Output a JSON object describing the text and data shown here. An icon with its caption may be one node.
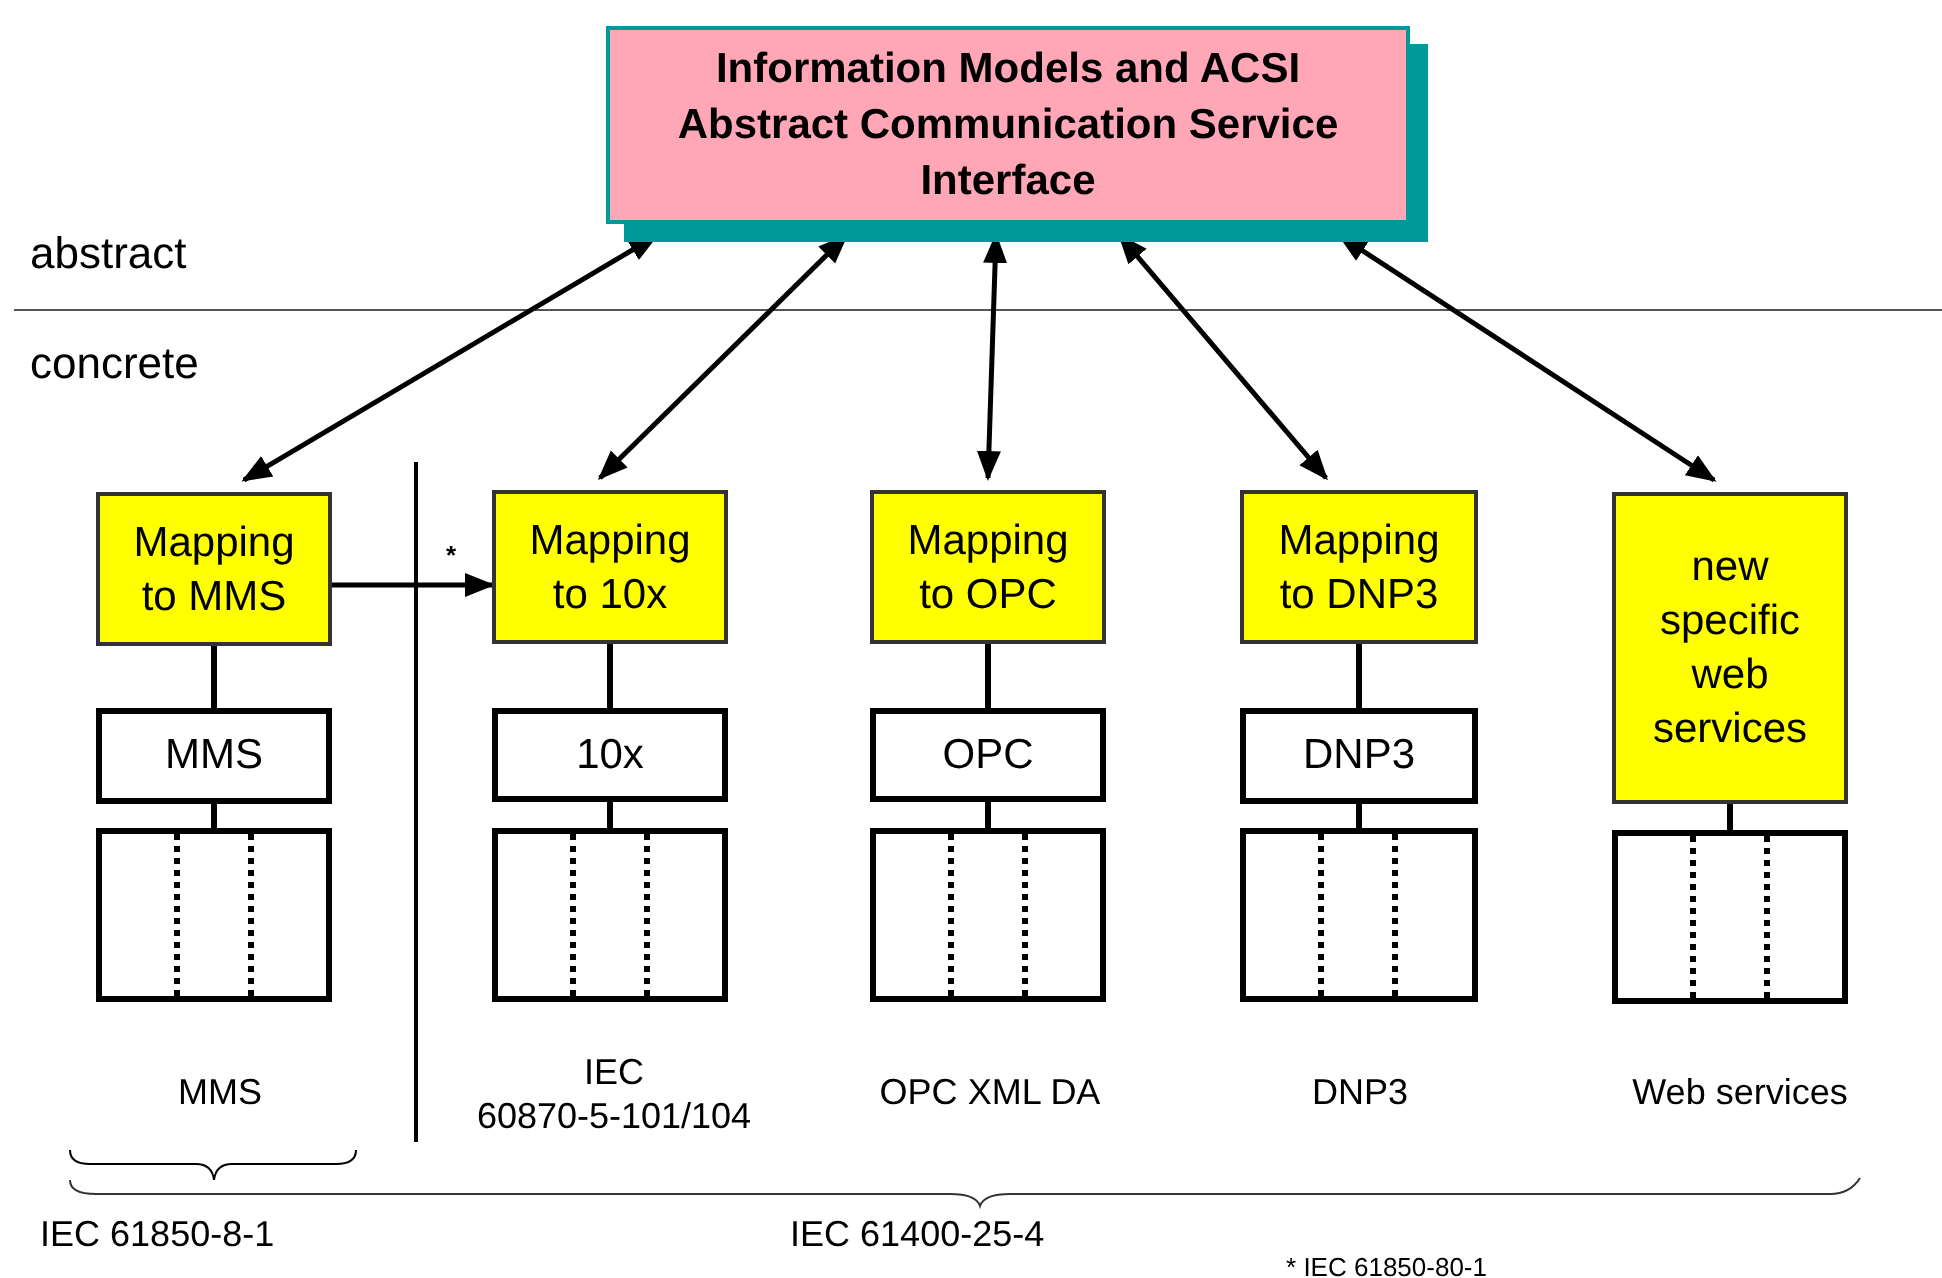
{
  "diagram": {
    "nodes": [
      {
        "text": [
          "Information Models and ACSI Abstract Communication Service Interface"
        ]
      },
      {
        "text": [
          "Mapping to MMS"
        ]
      },
      {
        "text": [
          "MMS"
        ]
      },
      {
        "text": [],
        "shape": "box"
      },
      {
        "text": [
          "Mapping to 10x"
        ]
      },
      {
        "text": [
          "10x"
        ]
      },
      {
        "text": [],
        "shape": "box"
      },
      {
        "text": [
          "Mapping to OPC"
        ]
      },
      {
        "text": [
          "OPC"
        ]
      },
      {
        "text": [],
        "shape": "box"
      },
      {
        "text": [
          "Mapping to DNP3"
        ]
      },
      {
        "text": [
          "DNP3"
        ]
      },
      {
        "text": [],
        "shape": "box"
      },
      {
        "text": [
          "new specific web services"
        ]
      },
      {
        "text": [],
        "shape": "box"
      }
    ],
    "edges": [
      {
        "from": 0,
        "to": 1,
        "arrow": "both"
      },
      {
        "from": 0,
        "to": 4,
        "arrow": "both"
      },
      {
        "from": 0,
        "to": 7,
        "arrow": "both"
      },
      {
        "from": 0,
        "to": 10,
        "arrow": "both"
      },
      {
        "from": 0,
        "to": 13,
        "arrow": "both"
      },
      {
        "from": 1,
        "to": 4,
        "arrow": "to",
        "label": "*"
      },
      {
        "from": 1,
        "to": 2,
        "arrow": "none"
      },
      {
        "from": 2,
        "to": 3,
        "arrow": "none"
      },
      {
        "from": 4,
        "to": 5,
        "arrow": "none"
      },
      {
        "from": 5,
        "to": 6,
        "arrow": "none"
      },
      {
        "from": 7,
        "to": 8,
        "arrow": "none"
      },
      {
        "from": 8,
        "to": 9,
        "arrow": "none"
      },
      {
        "from": 10,
        "to": 11,
        "arrow": "none"
      },
      {
        "from": 11,
        "to": 12,
        "arrow": "none"
      },
      {
        "from": 13,
        "to": 14,
        "arrow": "none"
      }
    ],
    "labels": [
      "abstract",
      "concrete",
      "MMS",
      "IEC 60870-5-101/104",
      "OPC XML DA",
      "DNP3",
      "Web services",
      "IEC 61850-8-1",
      "IEC 61400-25-4",
      "* IEC 61850-80-1"
    ]
  }
}
